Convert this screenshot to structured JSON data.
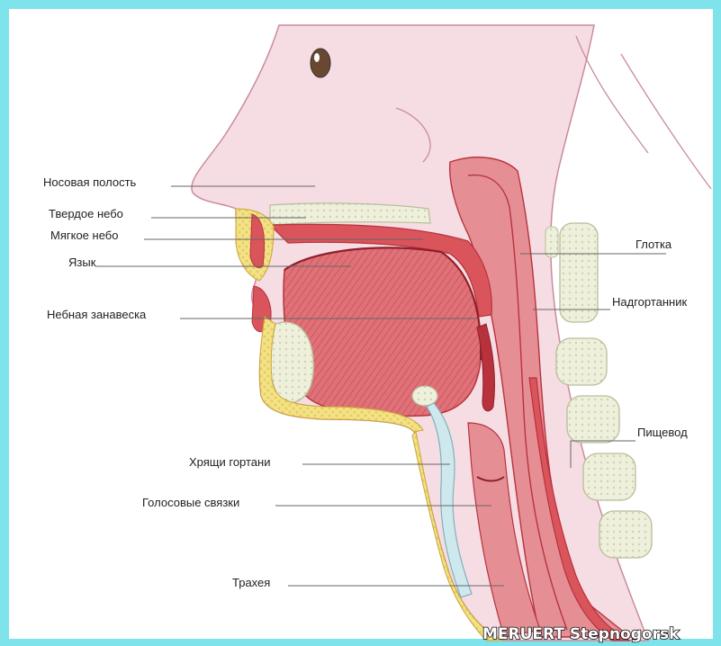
{
  "labels": {
    "nasal_cavity": "Носовая полость",
    "hard_palate": "Твердое небо",
    "soft_palate": "Мягкое небо",
    "tongue": "Язык",
    "velum": "Небная занавеска",
    "larynx_cartilage": "Хрящи гортани",
    "vocal_cords": "Голосовые связки",
    "trachea": "Трахея",
    "pharynx": "Глотка",
    "epiglottis": "Надгортанник",
    "esophagus": "Пищевод"
  },
  "watermark": "MERUERT Stepnogorsk",
  "colors": {
    "frame": "#7fe3ec",
    "skin": "#f6dde3",
    "skin_line": "#c98c9c",
    "tissue": "#e58f95",
    "muscle": "#d9545b",
    "muscle_dark": "#b8323c",
    "bone": "#eef0dc",
    "bone_line": "#b9bd9a",
    "fat": "#f4e28a",
    "airway": "#cfe8ee"
  }
}
